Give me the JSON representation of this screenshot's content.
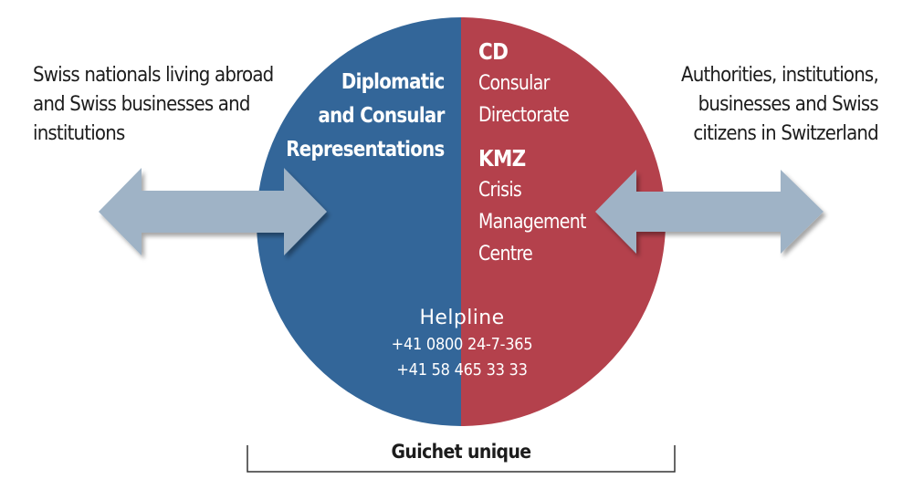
{
  "left_group": {
    "lines": [
      "Swiss nationals living abroad",
      "and Swiss businesses and",
      "institutions"
    ]
  },
  "right_group": {
    "lines": [
      "Authorities, institutions,",
      "businesses and Swiss",
      "citizens in Switzerland"
    ]
  },
  "blue_half": {
    "lines": [
      "Diplomatic",
      "and Consular",
      "Representations"
    ],
    "color": "#336699"
  },
  "red_half": {
    "color": "#b4414c",
    "cd": {
      "abbr": "CD",
      "lines": [
        "Consular",
        "Directorate"
      ]
    },
    "kmz": {
      "abbr": "KMZ",
      "lines": [
        "Crisis",
        "Management",
        "Centre"
      ]
    }
  },
  "helpline": {
    "title": "Helpline",
    "phones": [
      "+41 0800 24-7-365",
      "+41 58 465 33 33"
    ]
  },
  "guichet": {
    "label": "Guichet unique"
  },
  "arrow_color": "#9fb3c6"
}
